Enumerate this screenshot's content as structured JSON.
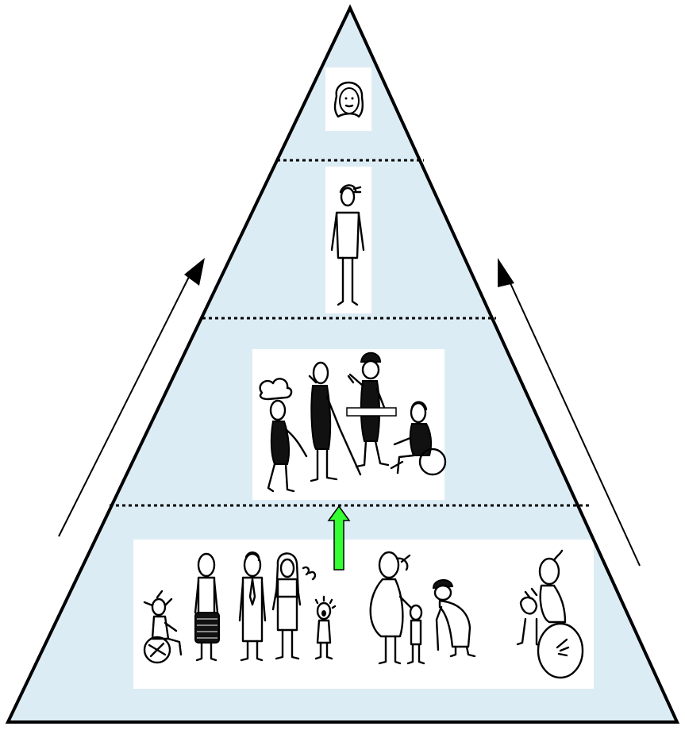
{
  "diagram": {
    "type": "pyramid",
    "levels": 4,
    "colors": {
      "fill": "#dcecf5",
      "outline": "#000000",
      "panel": "#ffffff",
      "up_arrow": "#33ff33"
    },
    "tiers": [
      {
        "figures": [
          "single-face"
        ]
      },
      {
        "figures": [
          "standing-woman"
        ]
      },
      {
        "figures": [
          "chef",
          "person-with-cane",
          "person-in-cap",
          "person-in-wheelchair"
        ]
      },
      {
        "figures": [
          "child-in-wheelchair",
          "person-with-bag",
          "person-with-tie",
          "woman-with-long-hair",
          "crying-child",
          "pregnant-woman",
          "small-child",
          "elderly-person-with-cane",
          "person-in-wheelchair-with-cat"
        ]
      }
    ],
    "icons": [
      "left-up-arrow-icon",
      "right-up-arrow-icon",
      "green-up-arrow-icon"
    ]
  }
}
